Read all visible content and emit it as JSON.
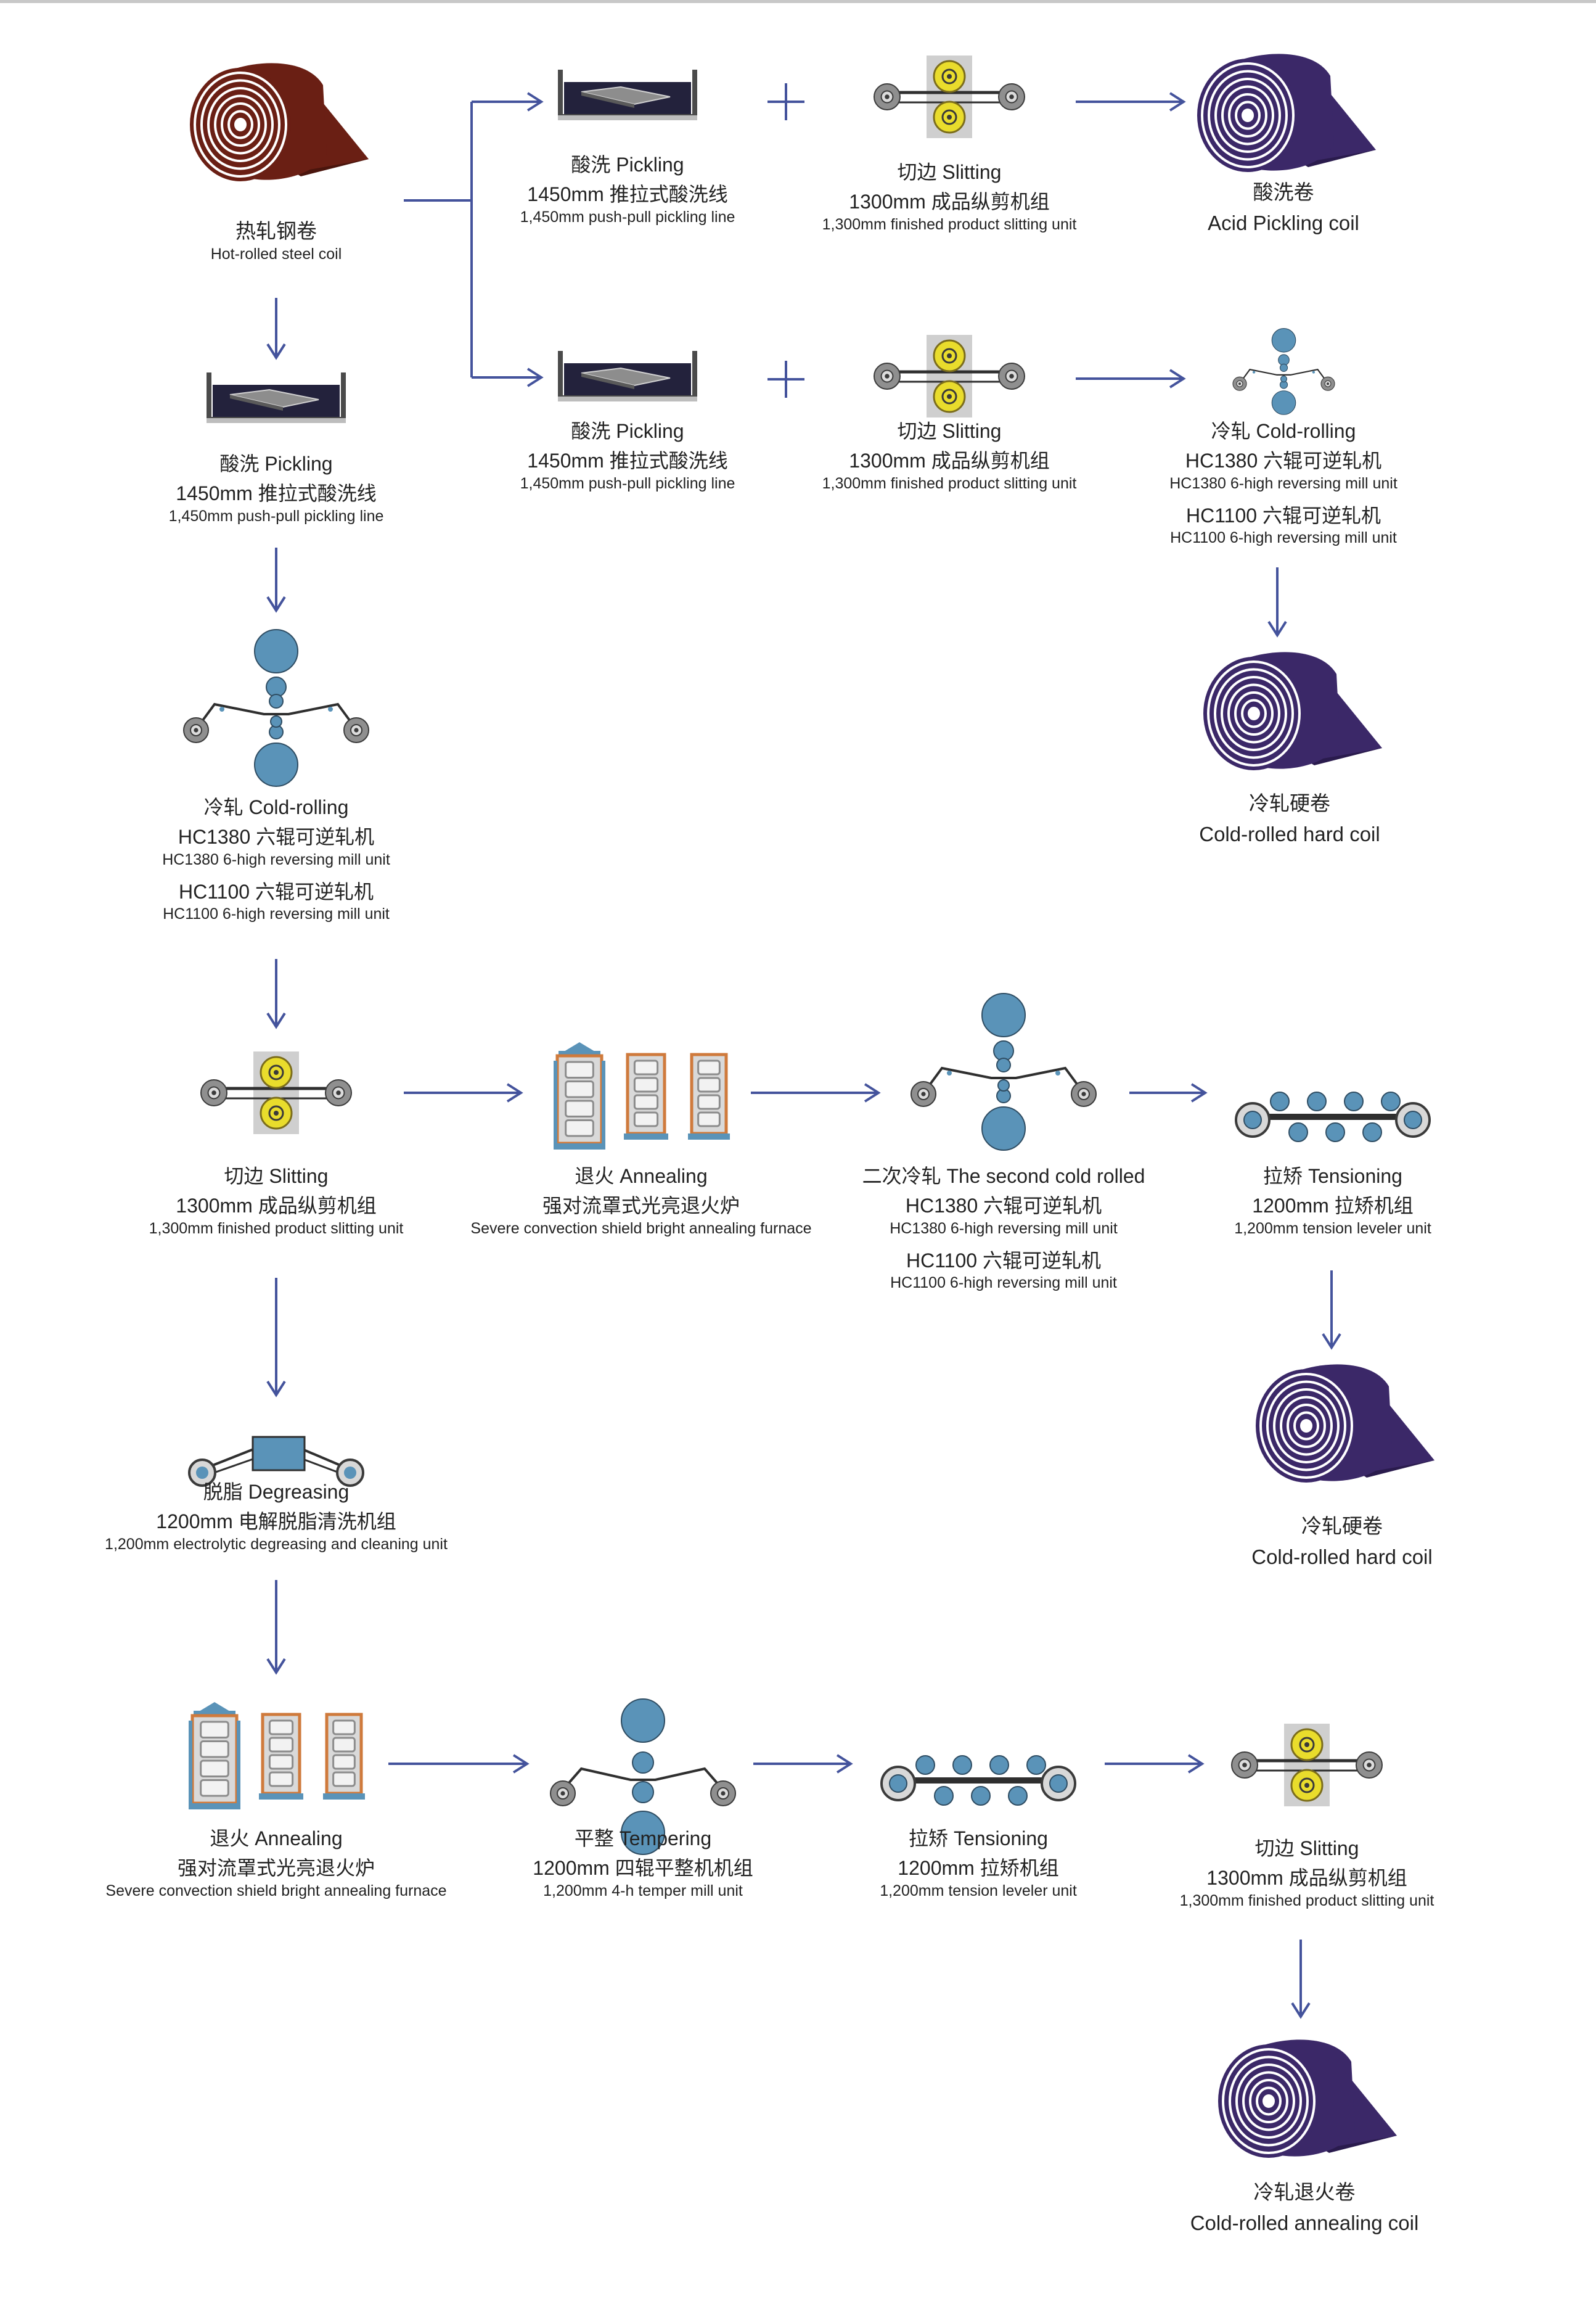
{
  "colors": {
    "arrow": "#44539c",
    "hot_coil": "#6a1f14",
    "purple_coil": "#3b2868",
    "roll_blue": "#5a93b8",
    "roll_yellow": "#e9dc2c",
    "roll_grey": "#a9a9a9",
    "furnace_orange": "#cf7a3c",
    "tank": "#23223c"
  },
  "nodes": [
    {
      "id": "hot-rolled-coil",
      "icon": "hot-coil-icon",
      "zh": "热轧钢卷",
      "en": "Hot-rolled steel coil",
      "spec_zh": "",
      "spec_en": ""
    },
    {
      "id": "pickling-main",
      "icon": "pickling-tank-icon",
      "zh": "酸洗 Pickling",
      "spec_zh": "1450mm 推拉式酸洗线",
      "spec_en": "1,450mm push-pull pickling line"
    },
    {
      "id": "pickling-top",
      "icon": "pickling-tank-icon",
      "zh": "酸洗 Pickling",
      "spec_zh": "1450mm 推拉式酸洗线",
      "spec_en": "1,450mm push-pull pickling line"
    },
    {
      "id": "slitting-top",
      "icon": "slitting-unit-icon",
      "zh": "切边 Slitting",
      "spec_zh": "1300mm 成品纵剪机组",
      "spec_en": "1,300mm finished product slitting unit"
    },
    {
      "id": "acid-pickling-coil",
      "icon": "purple-coil-icon",
      "zh": "酸洗卷",
      "en": "Acid Pickling coil"
    },
    {
      "id": "pickling-mid",
      "icon": "pickling-tank-icon",
      "zh": "酸洗 Pickling",
      "spec_zh": "1450mm 推拉式酸洗线",
      "spec_en": "1,450mm push-pull pickling line"
    },
    {
      "id": "slitting-mid",
      "icon": "slitting-unit-icon",
      "zh": "切边 Slitting",
      "spec_zh": "1300mm 成品纵剪机组",
      "spec_en": "1,300mm finished product slitting unit"
    },
    {
      "id": "cold-rolling-right",
      "icon": "six-high-mill-icon",
      "zh": "冷轧 Cold-rolling",
      "spec_zh": "HC1380 六辊可逆轧机",
      "spec_en": "HC1380 6-high reversing mill unit",
      "spec2_zh": "HC1100 六辊可逆轧机",
      "spec2_en": "HC1100 6-high reversing mill unit"
    },
    {
      "id": "cold-rolled-hard-coil-1",
      "icon": "purple-coil-icon",
      "zh": "冷轧硬卷",
      "en": "Cold-rolled hard coil"
    },
    {
      "id": "cold-rolling-left",
      "icon": "six-high-mill-icon",
      "zh": "冷轧 Cold-rolling",
      "spec_zh": "HC1380 六辊可逆轧机",
      "spec_en": "HC1380 6-high reversing mill unit",
      "spec2_zh": "HC1100 六辊可逆轧机",
      "spec2_en": "HC1100 6-high reversing mill unit"
    },
    {
      "id": "slitting-left",
      "icon": "slitting-unit-icon",
      "zh": "切边 Slitting",
      "spec_zh": "1300mm 成品纵剪机组",
      "spec_en": "1,300mm finished product slitting unit"
    },
    {
      "id": "annealing-mid",
      "icon": "annealing-furnace-icon",
      "zh": "退火 Annealing",
      "spec_zh": "强对流罩式光亮退火炉",
      "spec_en": "Severe convection shield bright annealing furnace"
    },
    {
      "id": "second-cold-rolled",
      "icon": "six-high-mill-icon",
      "zh": "二次冷轧 The second cold rolled",
      "spec_zh": "HC1380 六辊可逆轧机",
      "spec_en": "HC1380 6-high reversing mill unit",
      "spec2_zh": "HC1100 六辊可逆轧机",
      "spec2_en": "HC1100 6-high reversing mill unit"
    },
    {
      "id": "tensioning-mid",
      "icon": "tension-leveler-icon",
      "zh": "拉矫 Tensioning",
      "spec_zh": "1200mm 拉矫机组",
      "spec_en": "1,200mm tension leveler unit"
    },
    {
      "id": "cold-rolled-hard-coil-2",
      "icon": "purple-coil-icon",
      "zh": "冷轧硬卷",
      "en": "Cold-rolled hard coil"
    },
    {
      "id": "degreasing",
      "icon": "degreasing-unit-icon",
      "zh": "脱脂 Degreasing",
      "spec_zh": "1200mm 电解脱脂清洗机组",
      "spec_en": "1,200mm electrolytic degreasing and cleaning unit"
    },
    {
      "id": "annealing-bottom",
      "icon": "annealing-furnace-icon",
      "zh": "退火 Annealing",
      "spec_zh": "强对流罩式光亮退火炉",
      "spec_en": "Severe convection shield bright annealing furnace"
    },
    {
      "id": "tempering",
      "icon": "four-high-temper-mill-icon",
      "zh": "平整 Tempering",
      "spec_zh": "1200mm 四辊平整机机组",
      "spec_en": "1,200mm 4-h temper mill unit"
    },
    {
      "id": "tensioning-bottom",
      "icon": "tension-leveler-icon",
      "zh": "拉矫 Tensioning",
      "spec_zh": "1200mm 拉矫机组",
      "spec_en": "1,200mm tension leveler unit"
    },
    {
      "id": "slitting-bottom",
      "icon": "slitting-unit-icon",
      "zh": "切边 Slitting",
      "spec_zh": "1300mm 成品纵剪机组",
      "spec_en": "1,300mm finished product slitting unit"
    },
    {
      "id": "cold-rolled-annealing-coil",
      "icon": "purple-coil-icon",
      "zh": "冷轧退火卷",
      "en": "Cold-rolled annealing coil"
    }
  ],
  "connectors": [
    {
      "from": "hot-rolled-coil",
      "to": "pickling-top",
      "type": "arrow"
    },
    {
      "from": "hot-rolled-coil",
      "to": "pickling-mid",
      "type": "arrow"
    },
    {
      "from": "pickling-top",
      "to": "slitting-top",
      "type": "plus"
    },
    {
      "from": "slitting-top",
      "to": "acid-pickling-coil",
      "type": "arrow"
    },
    {
      "from": "pickling-mid",
      "to": "slitting-mid",
      "type": "plus"
    },
    {
      "from": "slitting-mid",
      "to": "cold-rolling-right",
      "type": "arrow"
    },
    {
      "from": "cold-rolling-right",
      "to": "cold-rolled-hard-coil-1",
      "type": "arrow"
    },
    {
      "from": "hot-rolled-coil",
      "to": "pickling-main",
      "type": "arrow"
    },
    {
      "from": "pickling-main",
      "to": "cold-rolling-left",
      "type": "arrow"
    },
    {
      "from": "cold-rolling-left",
      "to": "slitting-left",
      "type": "arrow"
    },
    {
      "from": "slitting-left",
      "to": "annealing-mid",
      "type": "arrow"
    },
    {
      "from": "annealing-mid",
      "to": "second-cold-rolled",
      "type": "arrow"
    },
    {
      "from": "second-cold-rolled",
      "to": "tensioning-mid",
      "type": "arrow"
    },
    {
      "from": "tensioning-mid",
      "to": "cold-rolled-hard-coil-2",
      "type": "arrow"
    },
    {
      "from": "slitting-left",
      "to": "degreasing",
      "type": "arrow"
    },
    {
      "from": "degreasing",
      "to": "annealing-bottom",
      "type": "arrow"
    },
    {
      "from": "annealing-bottom",
      "to": "tempering",
      "type": "arrow"
    },
    {
      "from": "tempering",
      "to": "tensioning-bottom",
      "type": "arrow"
    },
    {
      "from": "tensioning-bottom",
      "to": "slitting-bottom",
      "type": "arrow"
    },
    {
      "from": "slitting-bottom",
      "to": "cold-rolled-annealing-coil",
      "type": "arrow"
    }
  ]
}
